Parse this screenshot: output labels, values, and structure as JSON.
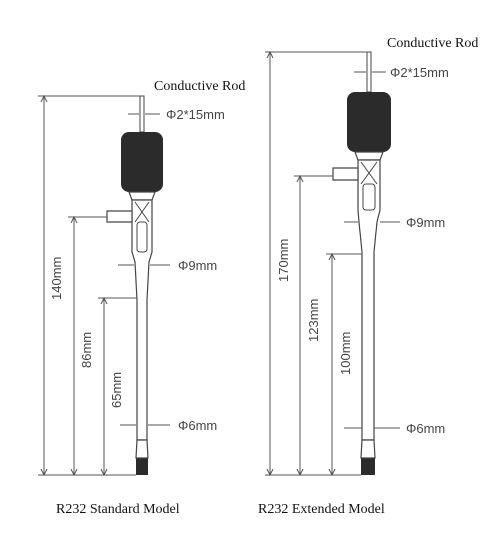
{
  "standard": {
    "rod_label": "Conductive Rod",
    "rod_dim": "Φ2*15mm",
    "upper_dim": "Φ9mm",
    "lower_dim": "Φ6mm",
    "total_length": "140mm",
    "mid_length": "86mm",
    "tip_length": "65mm",
    "caption": "R232 Standard Model"
  },
  "extended": {
    "rod_label": "Conductive Rod",
    "rod_dim": "Φ2*15mm",
    "upper_dim": "Φ9mm",
    "lower_dim": "Φ6mm",
    "total_length": "170mm",
    "mid_length": "123mm",
    "tip_length": "100mm",
    "caption": "R232 Extended Model"
  },
  "colors": {
    "cap": "#2b2b2b",
    "line": "#444444",
    "text": "#111111"
  }
}
